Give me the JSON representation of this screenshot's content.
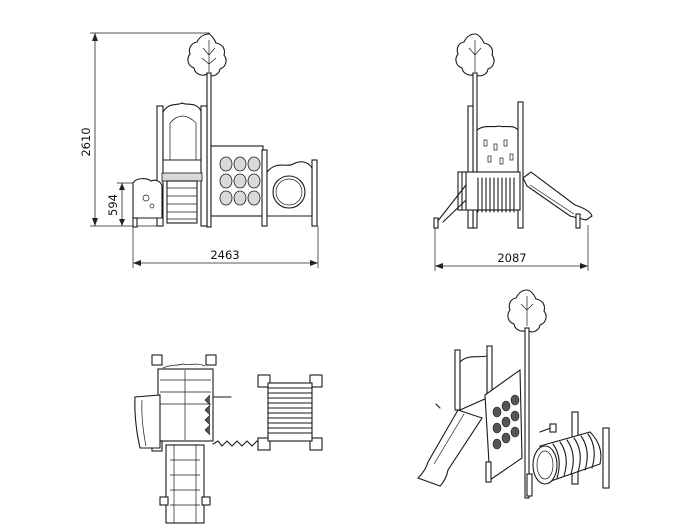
{
  "views": {
    "front": {
      "width_label": "2463",
      "height_label": "2610",
      "platform_label": "594"
    },
    "side": {
      "width_label": "2087"
    },
    "top": {},
    "iso": {}
  }
}
